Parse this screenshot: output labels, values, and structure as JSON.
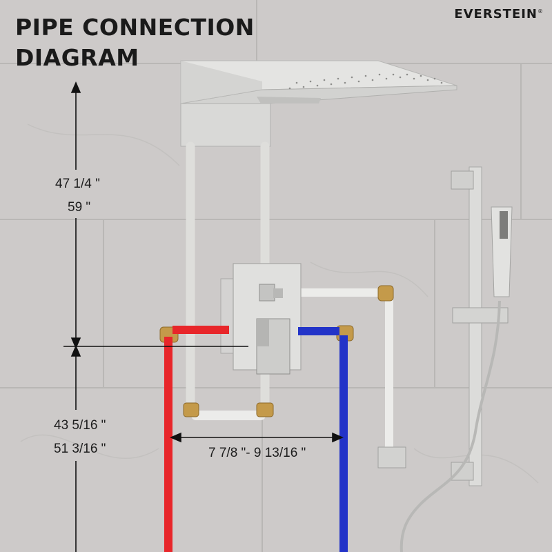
{
  "title": {
    "line1": "PIPE CONNECTION",
    "line2": "DIAGRAM"
  },
  "brand": {
    "name": "EVERSTEIN",
    "mark": "®"
  },
  "dimensions": {
    "upper_height_1": "47 1/4 \"",
    "upper_height_2": "59 \"",
    "lower_height_1": "43 5/16 \"",
    "lower_height_2": "51 3/16 \"",
    "pipe_spacing": "7 7/8 \"- 9 13/16 \""
  },
  "colors": {
    "hot_pipe": "#e8262a",
    "cold_pipe": "#2233c8",
    "brass_fitting": "#c49a4a",
    "wall_tile": "#c9c7c5",
    "brushed_nickel": "#d4d4d2",
    "dimension_line": "#111111"
  },
  "icons": {
    "hot_supply": "red-pipe",
    "cold_supply": "blue-pipe",
    "rain_head": "rain-shower-head",
    "hand_shower": "handheld-shower",
    "valve": "mixer-valve"
  }
}
